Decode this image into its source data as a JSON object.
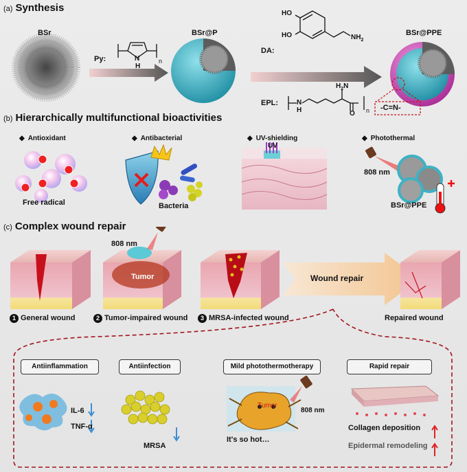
{
  "sections": {
    "synthesis": {
      "letter": "(a)",
      "title": "Synthesis"
    },
    "bioactivities": {
      "letter": "(b)",
      "title": "Hierarchically multifunctional bioactivities"
    },
    "repair": {
      "letter": "(c)",
      "title": "Complex wound repair"
    }
  },
  "synthesis": {
    "bsr": "BSr",
    "bsr_p": "BSr@P",
    "bsr_ppe": "BSr@PPE",
    "py": "Py:",
    "da": "DA:",
    "epl": "EPL:",
    "ho1": "HO",
    "ho2": "HO",
    "nh2": "NH",
    "nh2_sub": "2",
    "h2n": "H",
    "h2n_sub": "2",
    "h2n_n": "N",
    "n_sub": "n",
    "pyrrole_h": "H",
    "pyrrole_n": "N",
    "epl_h": "H",
    "epl_n": "N",
    "epl_o": "O",
    "epl_sub": "n",
    "bond": "-C=N-"
  },
  "bio": {
    "antioxidant": "Antioxidant",
    "antibacterial": "Antibacterial",
    "uv_shielding": "UV-shielding",
    "photothermal": "Photothermal",
    "free_radical": "Free radical",
    "bacteria": "Bacteria",
    "uv": "UV",
    "nm808": "808 nm",
    "bsr_ppe": "BSr@PPE"
  },
  "wounds": {
    "nm808": "808 nm",
    "tumor": "Tumor",
    "repair_arrow": "Wound repair",
    "w1_num": "1",
    "w1": "General wound",
    "w2_num": "2",
    "w2": "Tumor-impaired wound",
    "w3_num": "3",
    "w3": "MRSA-infected wound",
    "repaired": "Repaired wound"
  },
  "boxes": {
    "antiinflammation": "Antiinflammation",
    "antiinfection": "Antiinfection",
    "mild_ptt": "Mild photothermotherapy",
    "rapid_repair": "Rapid repair",
    "il6": "IL-6",
    "tnfa": "TNF-α",
    "mrsa": "MRSA",
    "tumor": "Tumor",
    "nm808": "808 nm",
    "hot": "It's so hot…",
    "collagen": "Collagen deposition",
    "epidermal": "Epidermal remodeling"
  },
  "colors": {
    "shell_cyan": "#3fb1c4",
    "shell_pink": "#d44bbd",
    "laser_red": "#e01818",
    "down_arrow": "#3a8fd6",
    "up_arrow": "#e02020",
    "dash_red": "#a0141e"
  }
}
